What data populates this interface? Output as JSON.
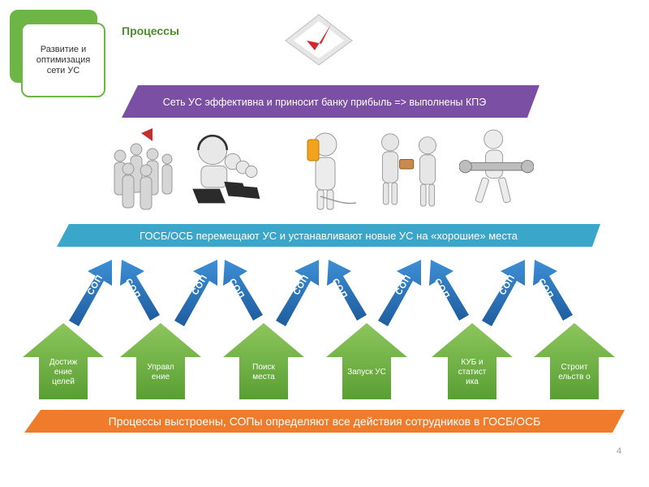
{
  "section": {
    "label": "Развитие и оптимизация сети УС"
  },
  "page": {
    "title": "Процессы",
    "number": "4"
  },
  "banners": {
    "top": "Сеть УС эффективна и приносит банку прибыль => выполнены КПЭ",
    "middle": "ГОСБ/ОСБ перемещают УС и устанавливают новые УС на «хорошие» места",
    "bottom": "Процессы выстроены, СОПы определяют все действия сотрудников в ГОСБ/ОСБ"
  },
  "processes": [
    {
      "label": "Достиж ение целей"
    },
    {
      "label": "Управл ение"
    },
    {
      "label": "Поиск места"
    },
    {
      "label": "Запуск УС"
    },
    {
      "label": "КУБ и статист ика"
    },
    {
      "label": "Строит ельств о"
    }
  ],
  "sop_label": "СОП",
  "illustrations": [
    {
      "icon": "team-megaphone-icon"
    },
    {
      "icon": "call-center-operators-icon"
    },
    {
      "icon": "phone-call-person-icon"
    },
    {
      "icon": "handshake-cash-icon"
    },
    {
      "icon": "wrench-worker-icon"
    }
  ],
  "colors": {
    "green": "#6db544",
    "purple": "#7b4fa3",
    "teal": "#3aa6c9",
    "blue": "#2e79bf",
    "orange": "#f07c2b",
    "red_check": "#d8262e"
  }
}
